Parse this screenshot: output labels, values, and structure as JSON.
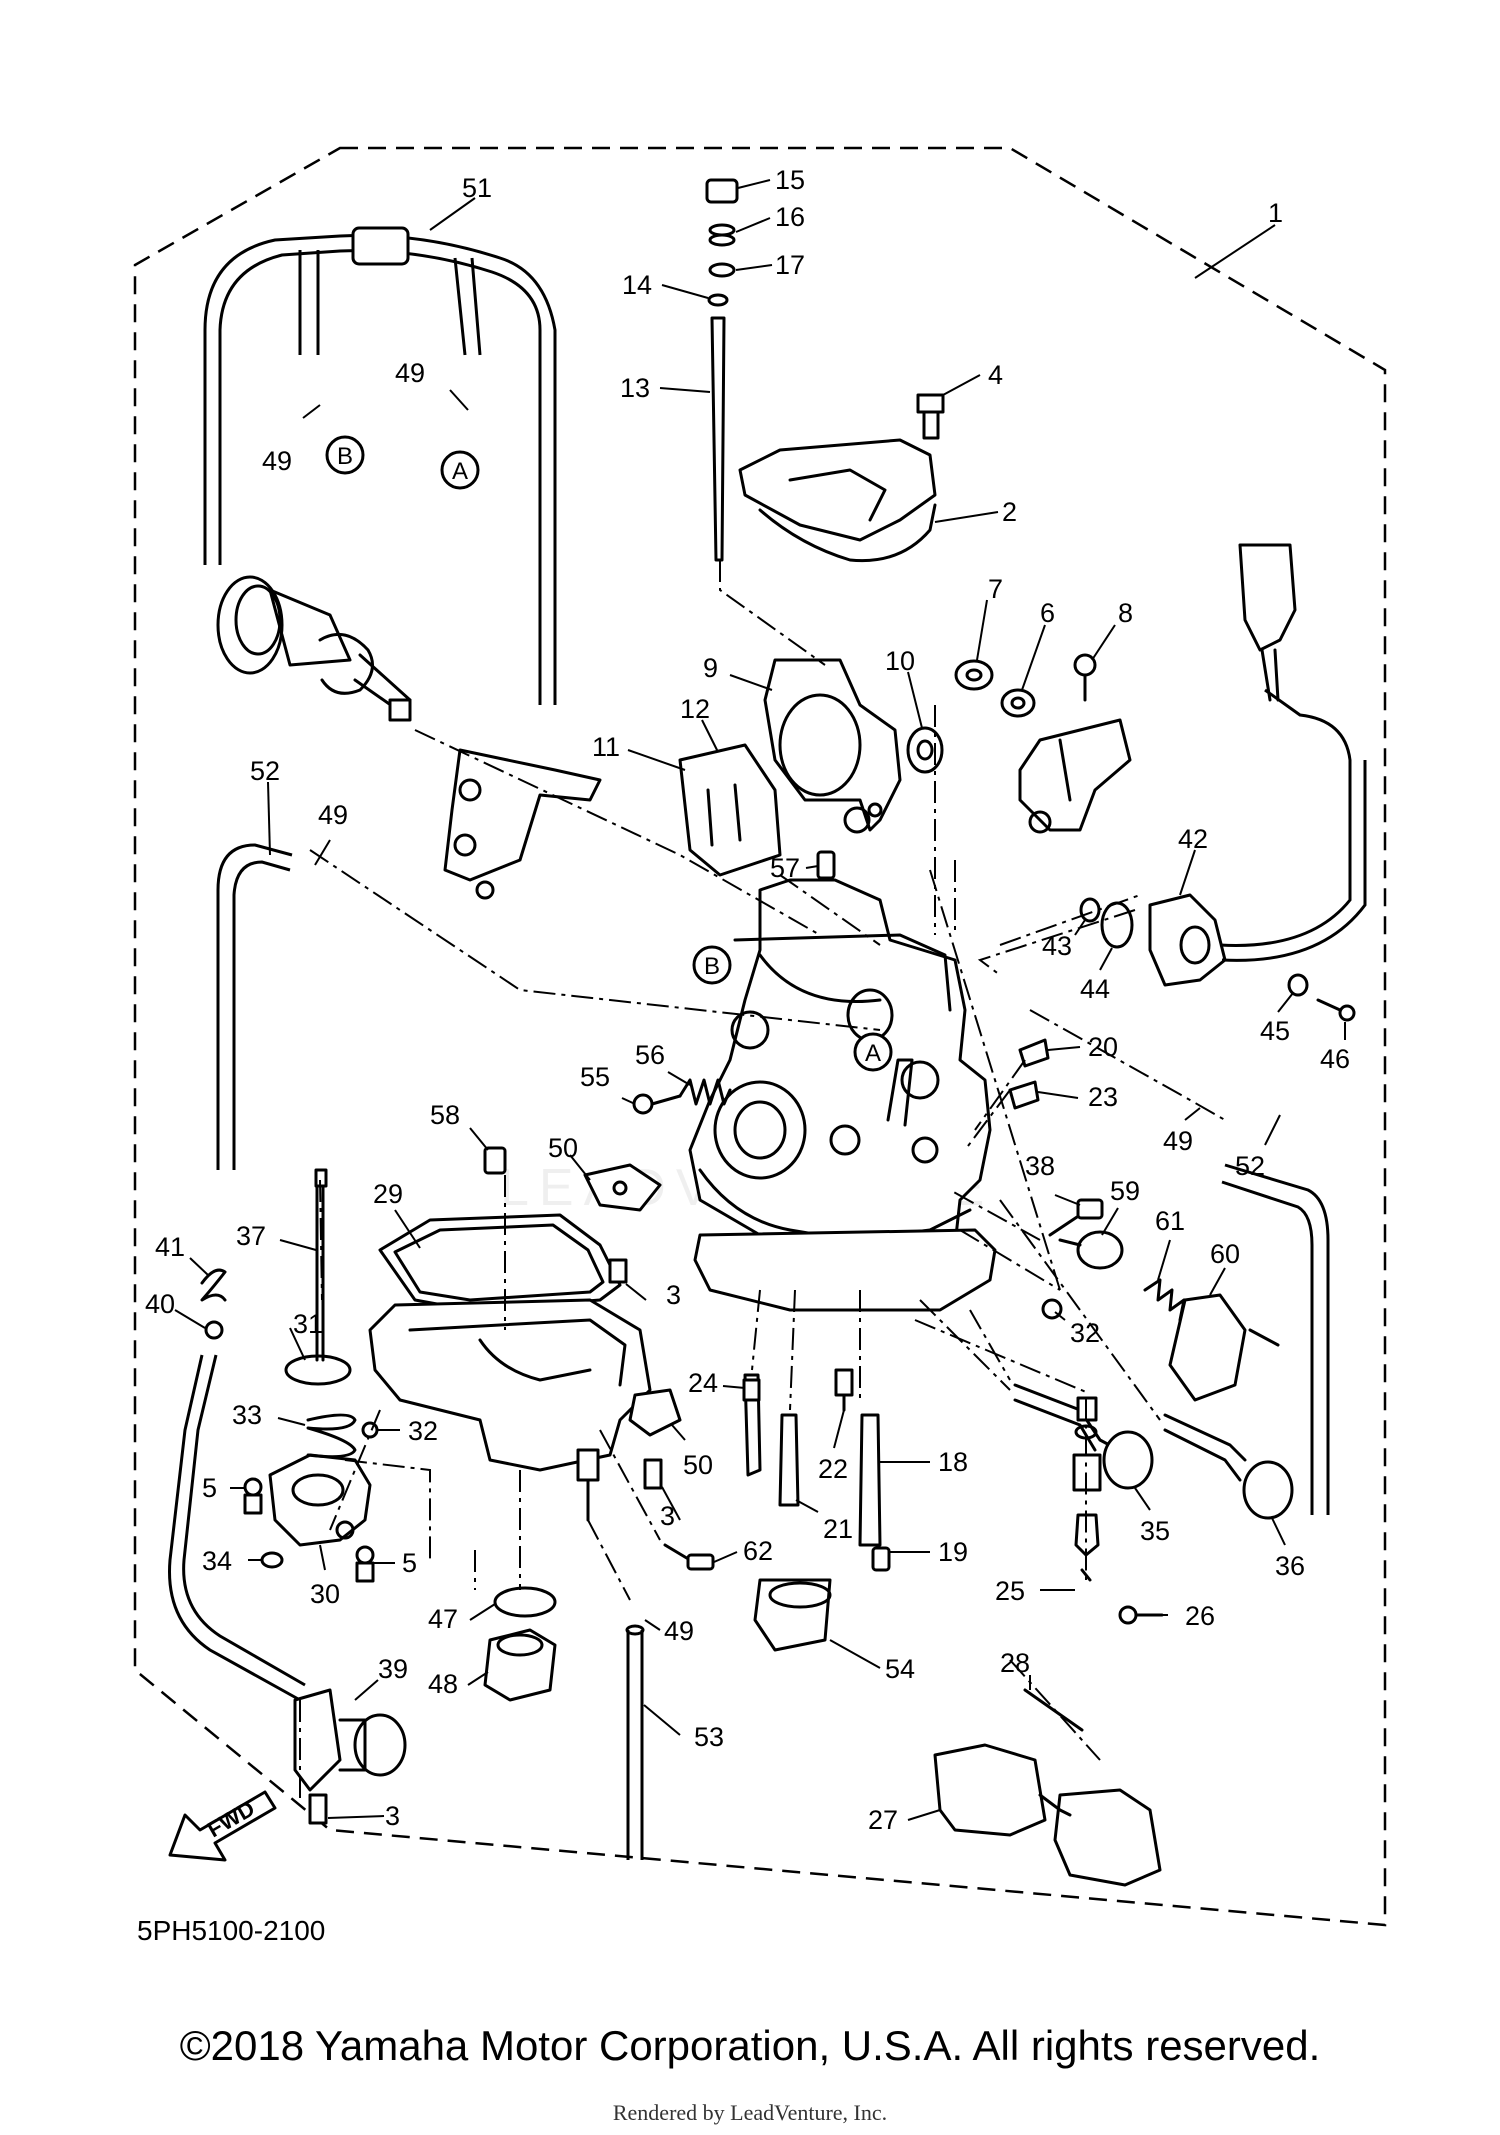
{
  "diagram": {
    "code": "5PH5100-2100",
    "watermark": "LEADVENTURE",
    "copyright": "©2018 Yamaha Motor Corporation, U.S.A. All rights reserved.",
    "render_credit": "Rendered by LeadVenture, Inc.",
    "direction_label": "FWD",
    "circle_markers": [
      "A",
      "B"
    ],
    "callouts": [
      "1",
      "2",
      "3",
      "4",
      "5",
      "6",
      "7",
      "8",
      "9",
      "10",
      "11",
      "12",
      "13",
      "14",
      "15",
      "16",
      "17",
      "18",
      "19",
      "20",
      "21",
      "22",
      "23",
      "24",
      "25",
      "26",
      "27",
      "28",
      "29",
      "30",
      "31",
      "32",
      "33",
      "34",
      "35",
      "36",
      "37",
      "38",
      "39",
      "40",
      "41",
      "42",
      "43",
      "44",
      "45",
      "46",
      "47",
      "48",
      "49",
      "50",
      "51",
      "52",
      "53",
      "54",
      "55",
      "56",
      "57",
      "58",
      "59",
      "60",
      "61",
      "62"
    ]
  }
}
